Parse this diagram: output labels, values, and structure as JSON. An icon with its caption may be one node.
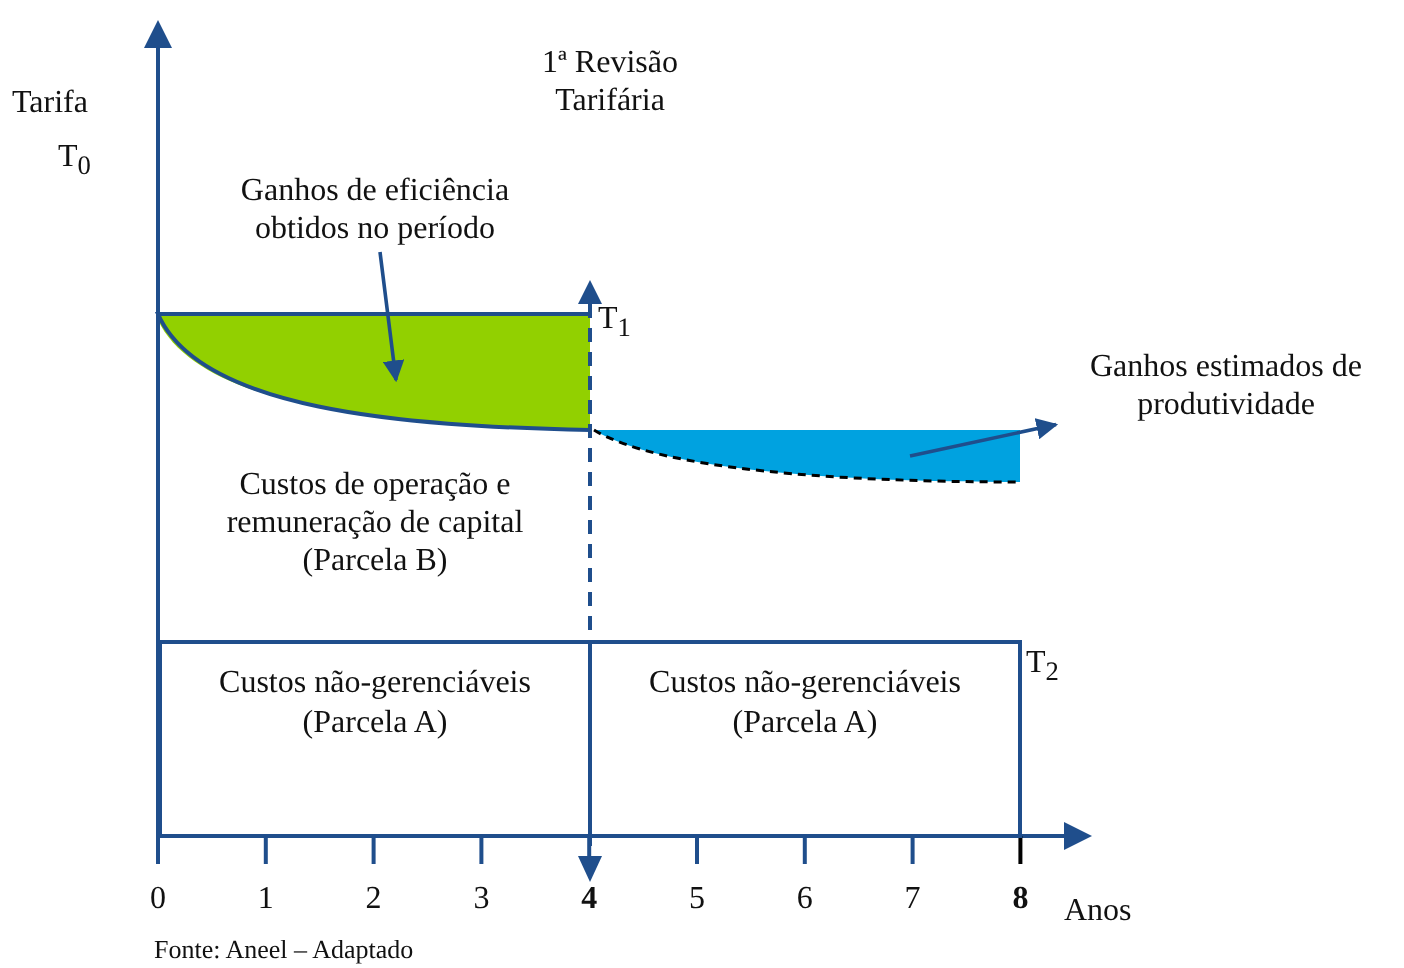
{
  "diagram": {
    "nodes": [
      {
        "text": [
          "Ganhos de eficiência obtidos no período"
        ]
      },
      {
        "text": [],
        "shape": "area"
      },
      {
        "text": [],
        "shape": "area"
      },
      {
        "text": [
          "Ganhos estimados de produtividade"
        ]
      },
      {
        "text": [
          "Custos não-gerenciáveis (Parcela A)"
        ]
      },
      {
        "text": [
          "Custos não-gerenciáveis (Parcela A)"
        ],
        "beside": [
          "T$_{2}$"
        ]
      }
    ],
    "edges": [
      {
        "from": 0,
        "to": 1,
        "arrow": "to"
      },
      {
        "from": 2,
        "to": 3,
        "arrow": "to"
      }
    ],
    "labels": [
      "Tarifa",
      "T$_{0}$",
      "1ª Revisão Tarifária",
      "T$_{1}$",
      "Custos de operação e remuneração de capital (Parcela B)",
      "0",
      "1",
      "2",
      "3",
      "4",
      "5",
      "6",
      "7",
      "8",
      "Anos",
      "Fonte: Aneel – Adaptado"
    ]
  }
}
